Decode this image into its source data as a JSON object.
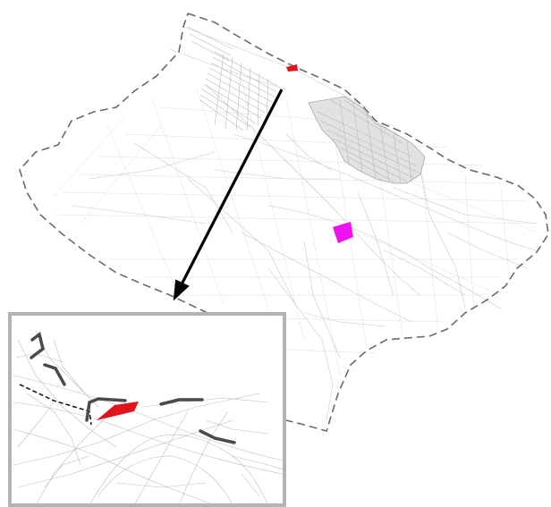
{
  "map": {
    "colors": {
      "background": "#ffffff",
      "boundary": "#6a6a6a",
      "streets": "#c9c9c9",
      "dense_area": "#b5b5b5",
      "highlight_red": "#e0141b",
      "highlight_magenta": "#ee12ee",
      "arrow": "#000000",
      "inset_frame": "#b3b3b3",
      "inset_segments": "#4a4a4a"
    },
    "features": {
      "municipal_boundary": "dashed-outline",
      "red_parcel": "red-polygon",
      "magenta_parcel": "magenta-polygon",
      "pointer": "arrow-to-inset"
    },
    "inset": {
      "content": "zoomed-detail-of-red-parcel"
    }
  }
}
